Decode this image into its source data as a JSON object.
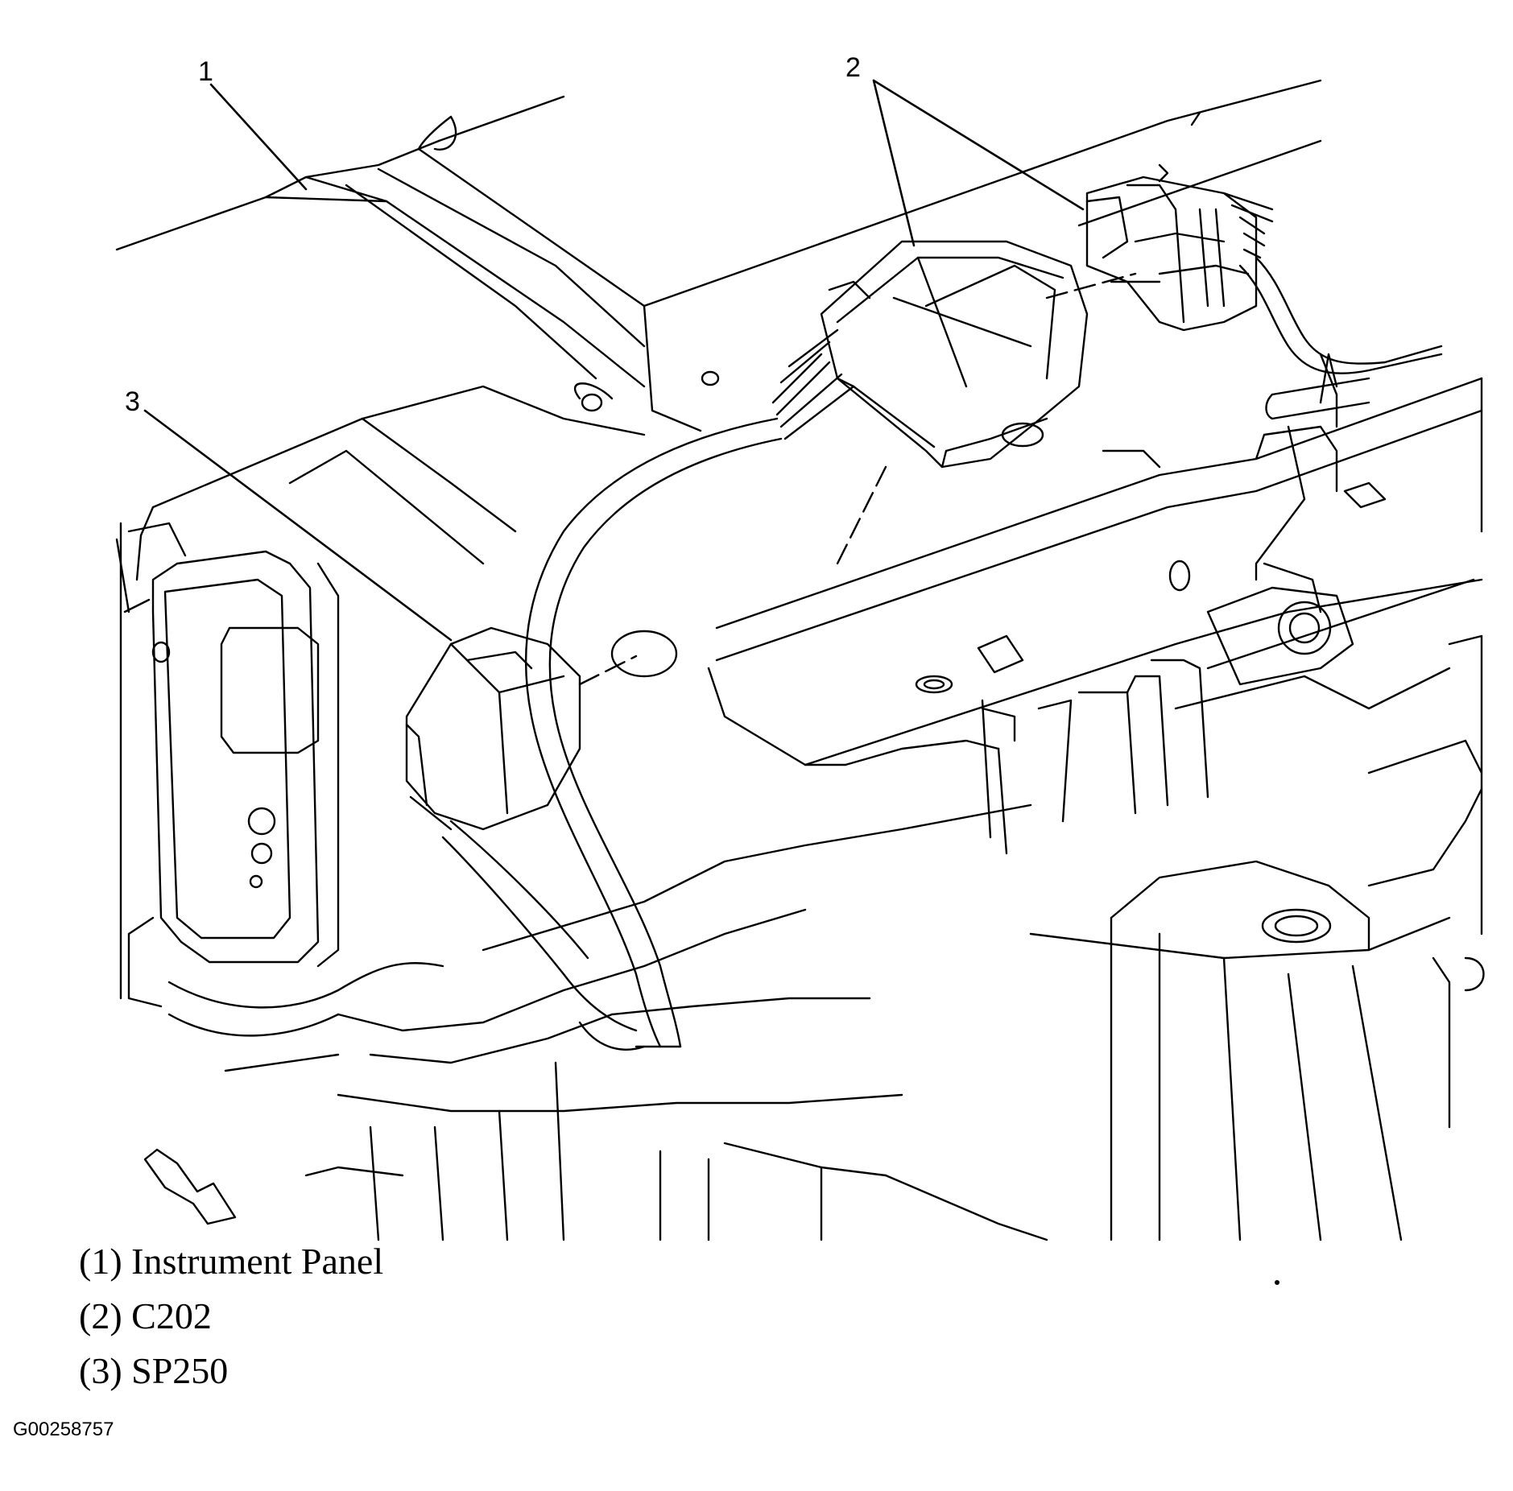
{
  "callouts": {
    "c1": "1",
    "c2": "2",
    "c3": "3"
  },
  "legend": [
    {
      "num": "(1)",
      "label": "Instrument Panel"
    },
    {
      "num": "(2)",
      "label": "C202"
    },
    {
      "num": "(3)",
      "label": "SP250"
    }
  ],
  "figure_id": "G00258757",
  "colors": {
    "ink": "#000000",
    "paper": "#ffffff"
  }
}
